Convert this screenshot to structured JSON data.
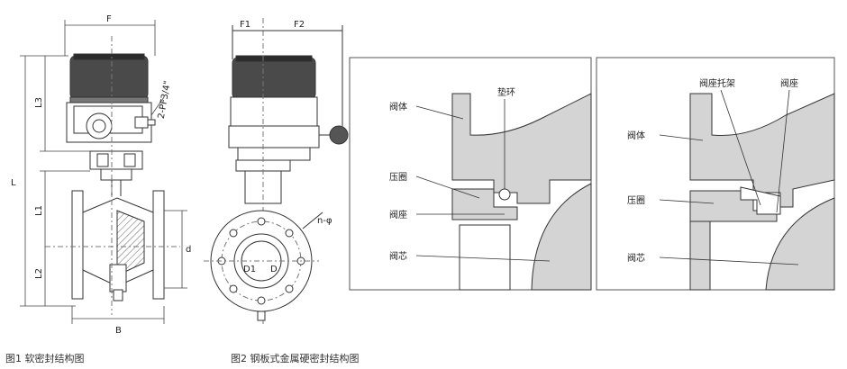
{
  "dimensions": {
    "F": "F",
    "F1": "F1",
    "F2": "F2",
    "L": "L",
    "L1": "L1",
    "L2": "L2",
    "L3": "L3",
    "B": "B",
    "d": "d",
    "D1": "D1",
    "D": "D",
    "conduit": "2-PF3/4\"",
    "bolt_holes": "n-φ"
  },
  "detail_soft": {
    "valve_body": "阀体",
    "gasket_ring": "垫环",
    "gland": "压圈",
    "seat": "阀座",
    "core": "阀芯"
  },
  "detail_metal": {
    "seat_carrier": "阀座托架",
    "seat": "阀座",
    "valve_body": "阀体",
    "gland": "压圈",
    "core": "阀芯"
  },
  "captions": {
    "fig1": "图1 软密封结构图",
    "fig2": "图2 钢板式金属硬密封结构图"
  },
  "colors": {
    "line": "#333333",
    "fill_gray": "#d4d4d4",
    "panel_border": "#555555"
  }
}
